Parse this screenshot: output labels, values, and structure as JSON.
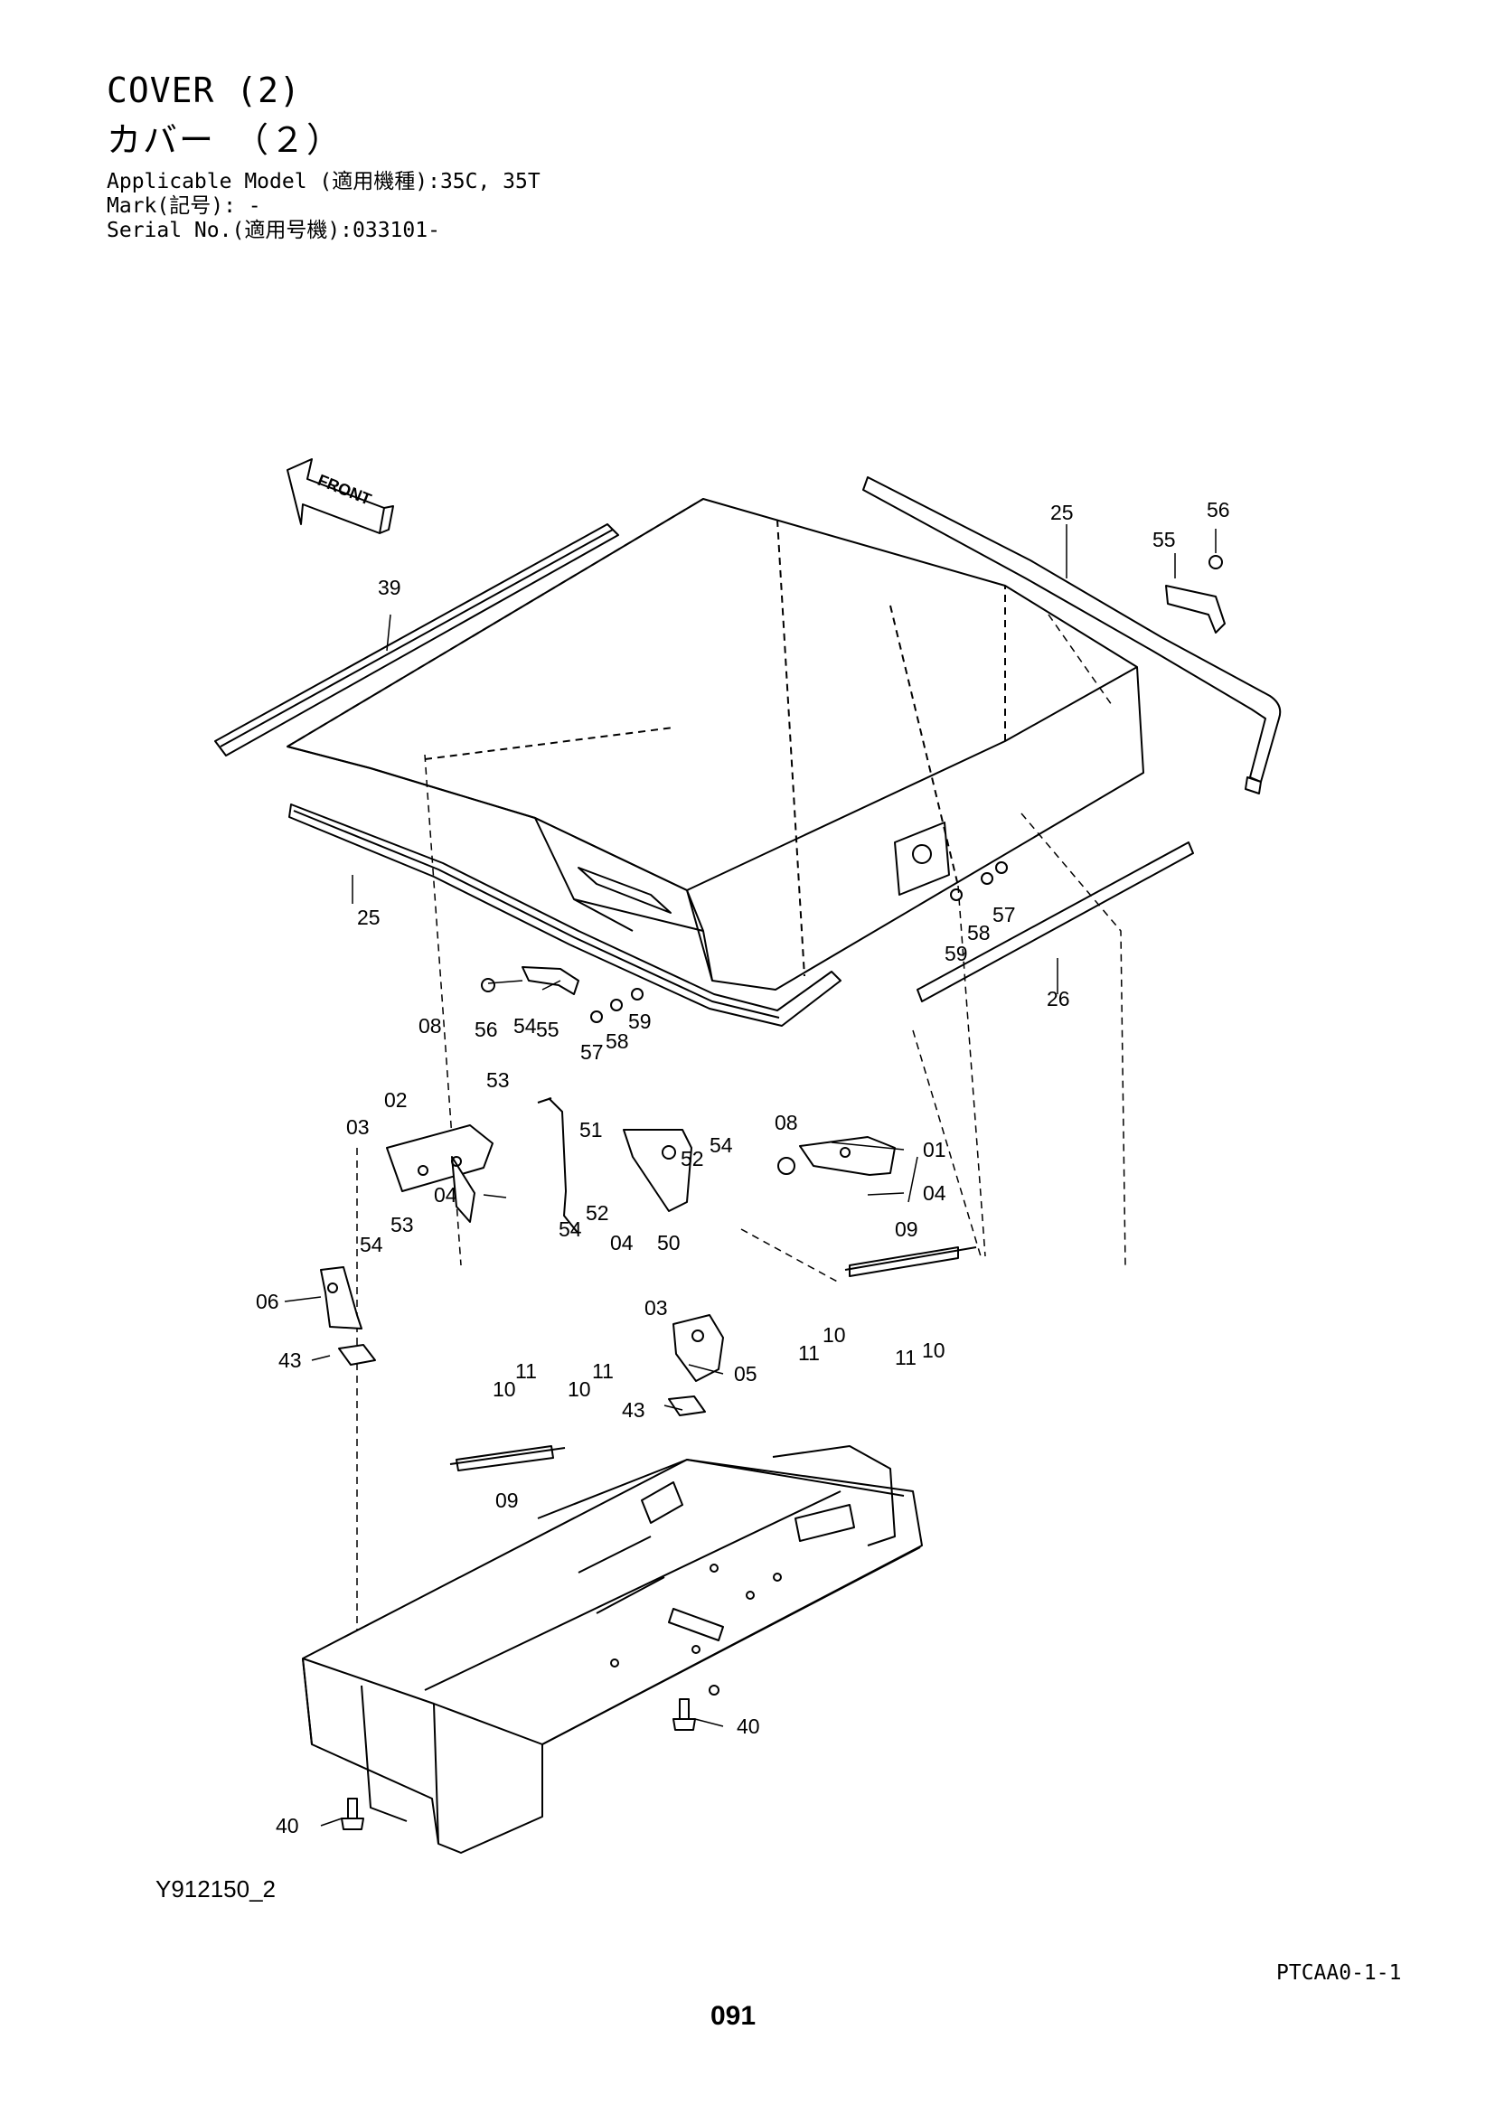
{
  "header": {
    "title_en": "COVER (2)",
    "title_jp": "カバー　（２）",
    "model_line": "Applicable Model (適用機種):35C, 35T",
    "mark_line": "Mark(記号): -",
    "serial_line": "Serial No.(適用号機):033101-"
  },
  "diagram": {
    "front_label": "FRONT",
    "part_labels": {
      "p39": "39",
      "p25a": "25",
      "p25b": "25",
      "p56a": "56",
      "p55a": "55",
      "p26": "26",
      "p57a": "57",
      "p58a": "58",
      "p59a": "59",
      "p56b": "56",
      "p55b": "55",
      "p57b": "57",
      "p58b": "58",
      "p59b": "59",
      "p08a": "08",
      "p02": "02",
      "p03a": "03",
      "p53a": "53",
      "p54a": "54",
      "p51": "51",
      "p52a": "52",
      "p54b": "54",
      "p04a": "04",
      "p54c": "54",
      "p53b": "53",
      "p54d": "54",
      "p52b": "52",
      "p04b": "04",
      "p50": "50",
      "p08b": "08",
      "p01": "01",
      "p04c": "04",
      "p09a": "09",
      "p06": "06",
      "p43a": "43",
      "p03b": "03",
      "p05": "05",
      "p11a": "11",
      "p10a": "10",
      "p11b": "11",
      "p10b": "10",
      "p11c": "11",
      "p10c": "10",
      "p11d": "11",
      "p10d": "10",
      "p43b": "43",
      "p09b": "09",
      "p40a": "40",
      "p40b": "40"
    }
  },
  "footer": {
    "figure_code": "Y912150_2",
    "page_code": "PTCAA0-1-1",
    "page_number": "091"
  }
}
